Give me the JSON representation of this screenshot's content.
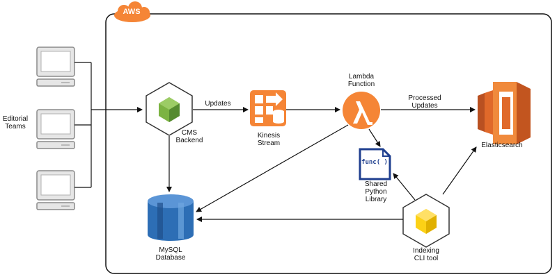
{
  "aws_label": "AWS",
  "nodes": {
    "editorial_teams": {
      "line1": "Editorial",
      "line2": "Teams"
    },
    "cms_backend": {
      "line1": "CMS",
      "line2": "Backend"
    },
    "kinesis": {
      "line1": "Kinesis",
      "line2": "Stream"
    },
    "lambda": {
      "line1": "Lambda",
      "line2": "Function"
    },
    "elasticsearch": {
      "line1": "Elasticsearch"
    },
    "shared_library": {
      "line1": "Shared",
      "line2": "Python",
      "line3": "Library",
      "icon_text": "func( )"
    },
    "mysql": {
      "line1": "MySQL",
      "line2": "Database"
    },
    "indexing_cli": {
      "line1": "Indexing",
      "line2": "CLI tool"
    }
  },
  "edges": {
    "updates": "Updates",
    "processed_updates": {
      "line1": "Processed",
      "line2": "Updates"
    }
  },
  "colors": {
    "aws_orange": "#f58536",
    "kinesis_orange": "#f58536",
    "elastic_orange": "#e0692a",
    "node_green": "#7cb342",
    "node_yellow": "#fcd116",
    "db_blue": "#2d6eb5",
    "library_blue": "#1f3f8f"
  }
}
